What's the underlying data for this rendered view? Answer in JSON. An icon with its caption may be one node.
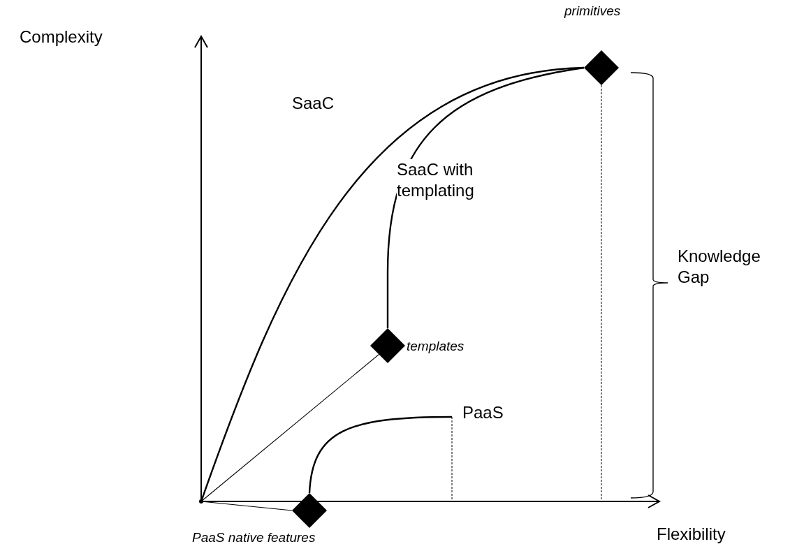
{
  "diagram": {
    "nodes": [
      {
        "text": [],
        "shape": "diamond",
        "beside": [
          "primitives"
        ]
      },
      {
        "text": [],
        "shape": "diamond",
        "beside": [
          "templates"
        ]
      },
      {
        "text": [],
        "shape": "diamond",
        "beside": [
          "PaaS native features"
        ]
      },
      {
        "text": [],
        "shape": "point"
      }
    ],
    "edges": [
      {
        "from": 3,
        "to": 0,
        "arrow": "none",
        "label": "SaaC"
      },
      {
        "from": 1,
        "to": 0,
        "arrow": "none",
        "label": "SaaC with templating"
      },
      {
        "from": 3,
        "to": 1,
        "arrow": "none"
      },
      {
        "from": 3,
        "to": 2,
        "arrow": "none"
      },
      {
        "from": 2,
        "to": null,
        "arrow": "none",
        "label": "PaaS"
      }
    ],
    "labels": [
      "Complexity",
      "Knowledge Gap",
      "Flexibility"
    ]
  }
}
